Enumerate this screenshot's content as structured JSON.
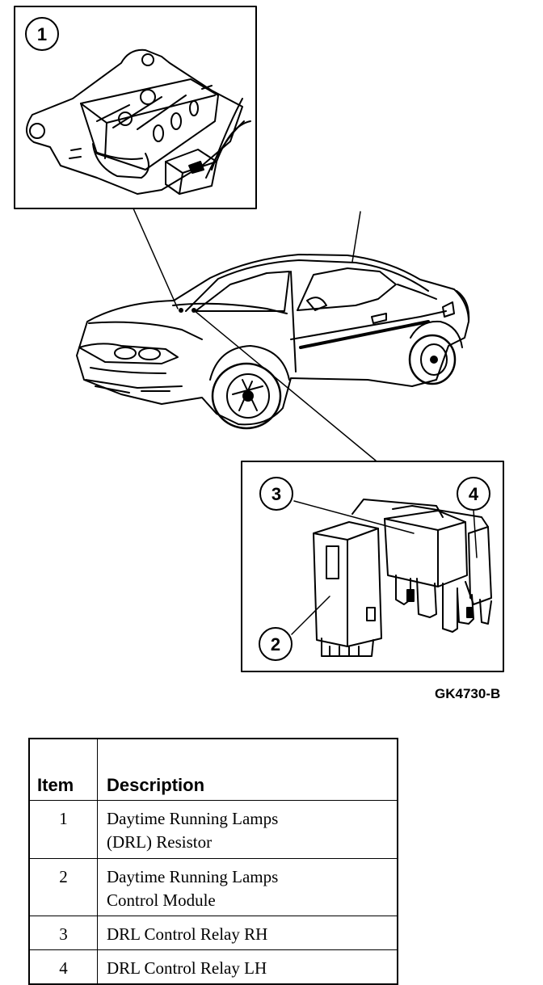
{
  "callouts": [
    "1",
    "2",
    "3",
    "4"
  ],
  "figure_code": "GK4730-B",
  "legend": {
    "header_item": "Item",
    "header_description": "Description",
    "rows": [
      {
        "item": "1",
        "line1": "Daytime Running Lamps",
        "line2": "(DRL) Resistor"
      },
      {
        "item": "2",
        "line1": "Daytime Running Lamps",
        "line2": "Control  Module"
      },
      {
        "item": "3",
        "line1": "DRL Control Relay RH",
        "line2": ""
      },
      {
        "item": "4",
        "line1": "DRL Control Relay LH",
        "line2": ""
      }
    ]
  }
}
